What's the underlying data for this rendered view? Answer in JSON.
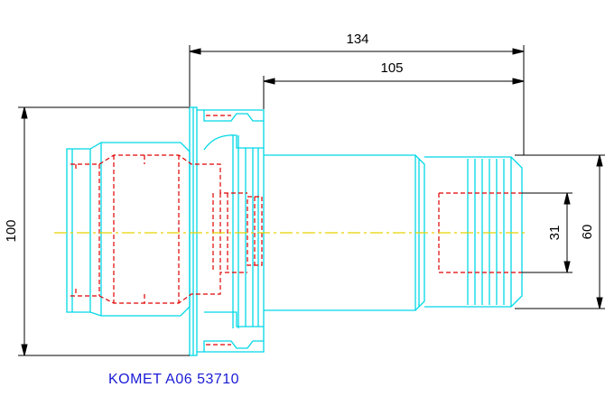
{
  "drawing": {
    "caption": "KOMET A06 53710",
    "dimensions": {
      "overall_length": "134",
      "body_length": "105",
      "flange_diameter": "100",
      "shank_diameter": "60",
      "bore_diameter": "31"
    },
    "colors": {
      "outline": "#00d8e6",
      "hidden": "#e00000",
      "centerline": "#e6d200",
      "dimension": "#000000",
      "caption": "#1a1ad6"
    }
  }
}
